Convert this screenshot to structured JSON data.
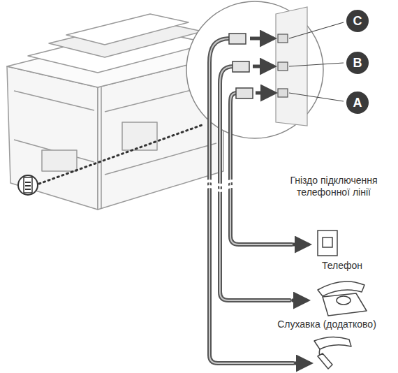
{
  "diagram": {
    "nodes": [
      {
        "text": [
          "C"
        ]
      },
      {
        "text": [
          "B"
        ]
      },
      {
        "text": [
          "A"
        ]
      }
    ],
    "labels": [
      "Гніздо підключення телефонної лінії",
      "Телефон",
      "Слухавка (додатково)"
    ]
  }
}
